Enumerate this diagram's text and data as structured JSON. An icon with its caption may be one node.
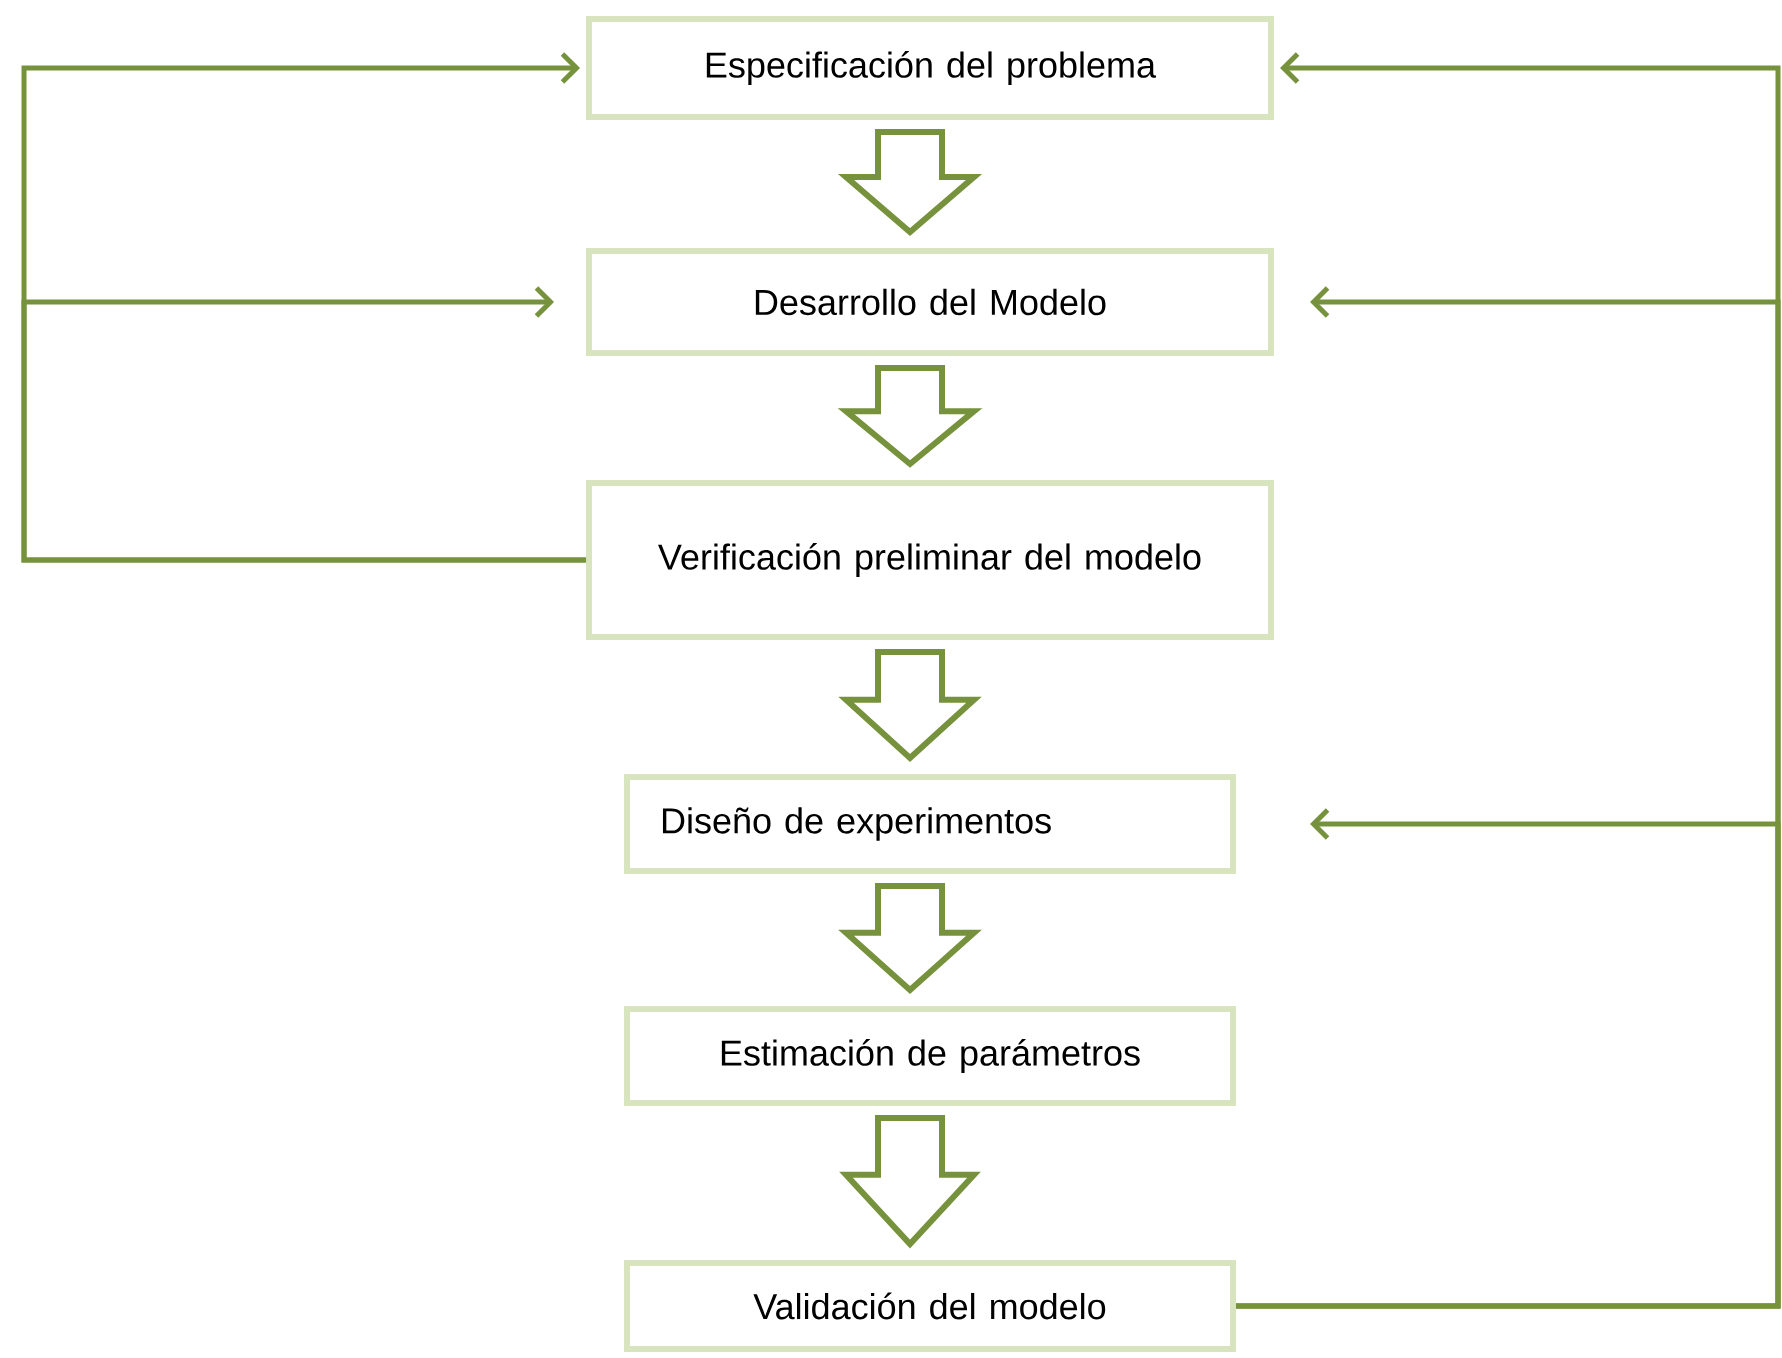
{
  "diagram": {
    "nodes": [
      {
        "text": [
          "Especificación del problema"
        ]
      },
      {
        "text": [
          "Desarrollo del Modelo"
        ]
      },
      {
        "text": [
          "Verificación preliminar del modelo"
        ]
      },
      {
        "text": [
          "Diseño de experimentos"
        ]
      },
      {
        "text": [
          "Estimación de parámetros"
        ]
      },
      {
        "text": [
          "Validación del modelo"
        ]
      }
    ],
    "edges": [
      {
        "from": 0,
        "to": 1,
        "arrow": "to"
      },
      {
        "from": 1,
        "to": 2,
        "arrow": "to"
      },
      {
        "from": 2,
        "to": 3,
        "arrow": "to"
      },
      {
        "from": 3,
        "to": 4,
        "arrow": "to"
      },
      {
        "from": 4,
        "to": 5,
        "arrow": "to"
      },
      {
        "from": 2,
        "to": 0,
        "arrow": "to"
      },
      {
        "from": 2,
        "to": 1,
        "arrow": "to"
      },
      {
        "from": 5,
        "to": 0,
        "arrow": "to"
      },
      {
        "from": 5,
        "to": 1,
        "arrow": "to"
      },
      {
        "from": 5,
        "to": 3,
        "arrow": "to"
      }
    ]
  }
}
